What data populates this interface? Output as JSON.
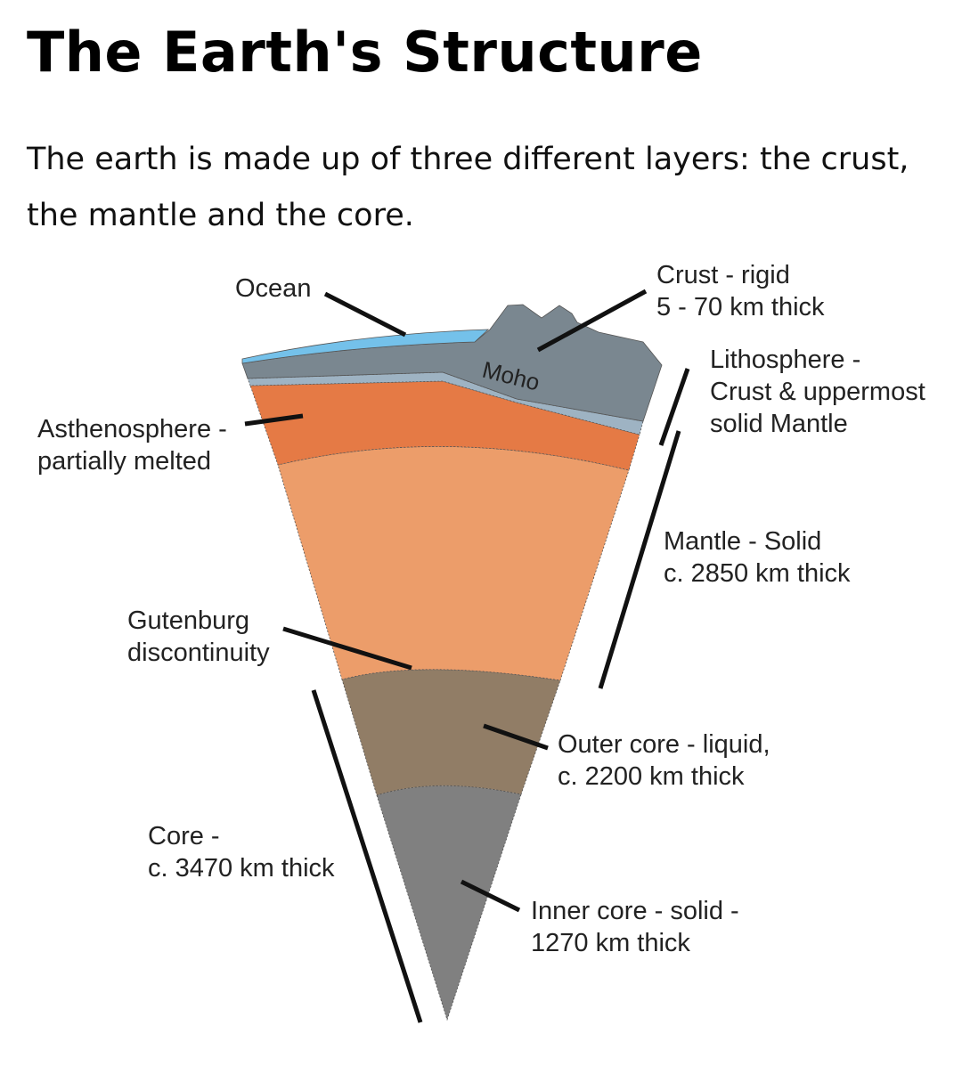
{
  "title": "The Earth's Structure",
  "intro": "The earth is made up of three different layers: the crust, the mantle and the core.",
  "diagram": {
    "labels": {
      "ocean": "Ocean",
      "crust_1": "Crust - rigid",
      "crust_2": "5 - 70 km thick",
      "moho": "Moho",
      "lithosphere_1": "Lithosphere -",
      "lithosphere_2": "Crust & uppermost",
      "lithosphere_3": "solid Mantle",
      "asthenosphere_1": "Asthenosphere -",
      "asthenosphere_2": "partially melted",
      "mantle_1": "Mantle - Solid",
      "mantle_2": "c. 2850 km thick",
      "gutenberg_1": "Gutenburg",
      "gutenberg_2": "discontinuity",
      "outer_core_1": "Outer core - liquid,",
      "outer_core_2": "c. 2200 km thick",
      "core_1": "Core -",
      "core_2": "c. 3470 km thick",
      "inner_core_1": "Inner core - solid -",
      "inner_core_2": "1270 km thick"
    },
    "colors": {
      "ocean": "#74c1ea",
      "crust": "#7a8790",
      "lithosphere": "#9eb3c3",
      "asthenosphere": "#e57a45",
      "mantle": "#ec9d6a",
      "outer_core": "#917d66",
      "inner_core": "#808080"
    }
  }
}
